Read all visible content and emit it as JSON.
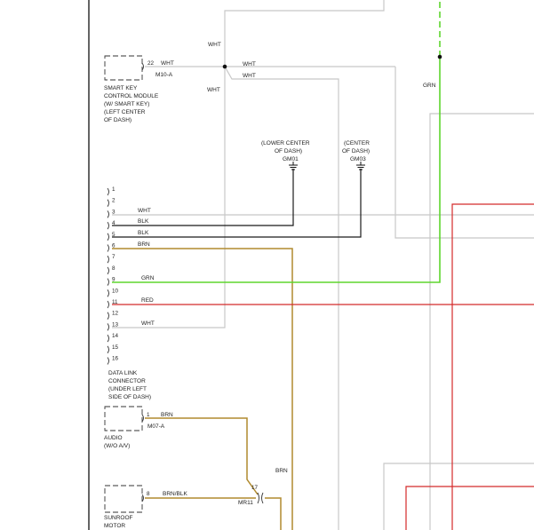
{
  "components": {
    "smart_key": {
      "pin": "22",
      "wire": "WHT",
      "connector": "M10-A",
      "lines": [
        "SMART KEY",
        "CONTROL MODULE",
        "(W/ SMART KEY)",
        "(LEFT CENTER",
        "OF DASH)"
      ]
    },
    "dlc": {
      "lines": [
        "DATA LINK",
        "CONNECTOR",
        "(UNDER LEFT",
        "SIDE OF DASH)"
      ],
      "pins": [
        "1",
        "2",
        "3",
        "4",
        "5",
        "6",
        "7",
        "8",
        "9",
        "10",
        "11",
        "12",
        "13",
        "14",
        "15",
        "16"
      ]
    },
    "audio": {
      "pin": "1",
      "wire": "BRN",
      "connector": "M07-A",
      "lines": [
        "AUDIO",
        "(W/O A/V)"
      ]
    },
    "sunroof": {
      "pin": "8",
      "wire": "BRN/BLK",
      "lines": [
        "SUNROOF",
        "MOTOR"
      ]
    }
  },
  "wire_labels": {
    "wht_top": "WHT",
    "wht_branch_1": "WHT",
    "wht_branch_2": "WHT",
    "wht_down": "WHT",
    "grn_right": "GRN",
    "brn_vertical": "BRN",
    "pin3": "WHT",
    "pin4": "BLK",
    "pin5": "BLK",
    "pin6": "BRN",
    "pin9": "GRN",
    "pin11": "RED",
    "pin13": "WHT"
  },
  "grounds": {
    "g1": {
      "lines": [
        "(LOWER CENTER",
        "OF DASH)"
      ],
      "code": "GM01"
    },
    "g2": {
      "lines": [
        "(CENTER",
        "OF DASH)"
      ],
      "code": "GM03"
    }
  },
  "junction": {
    "pin": "17",
    "connector": "MR11"
  },
  "colors": {
    "wht": "#c8c8c8",
    "blk": "#1a1a1a",
    "brn": "#b08a2e",
    "grn": "#5ed62e",
    "red": "#d42a2a",
    "frame": "#111111"
  }
}
